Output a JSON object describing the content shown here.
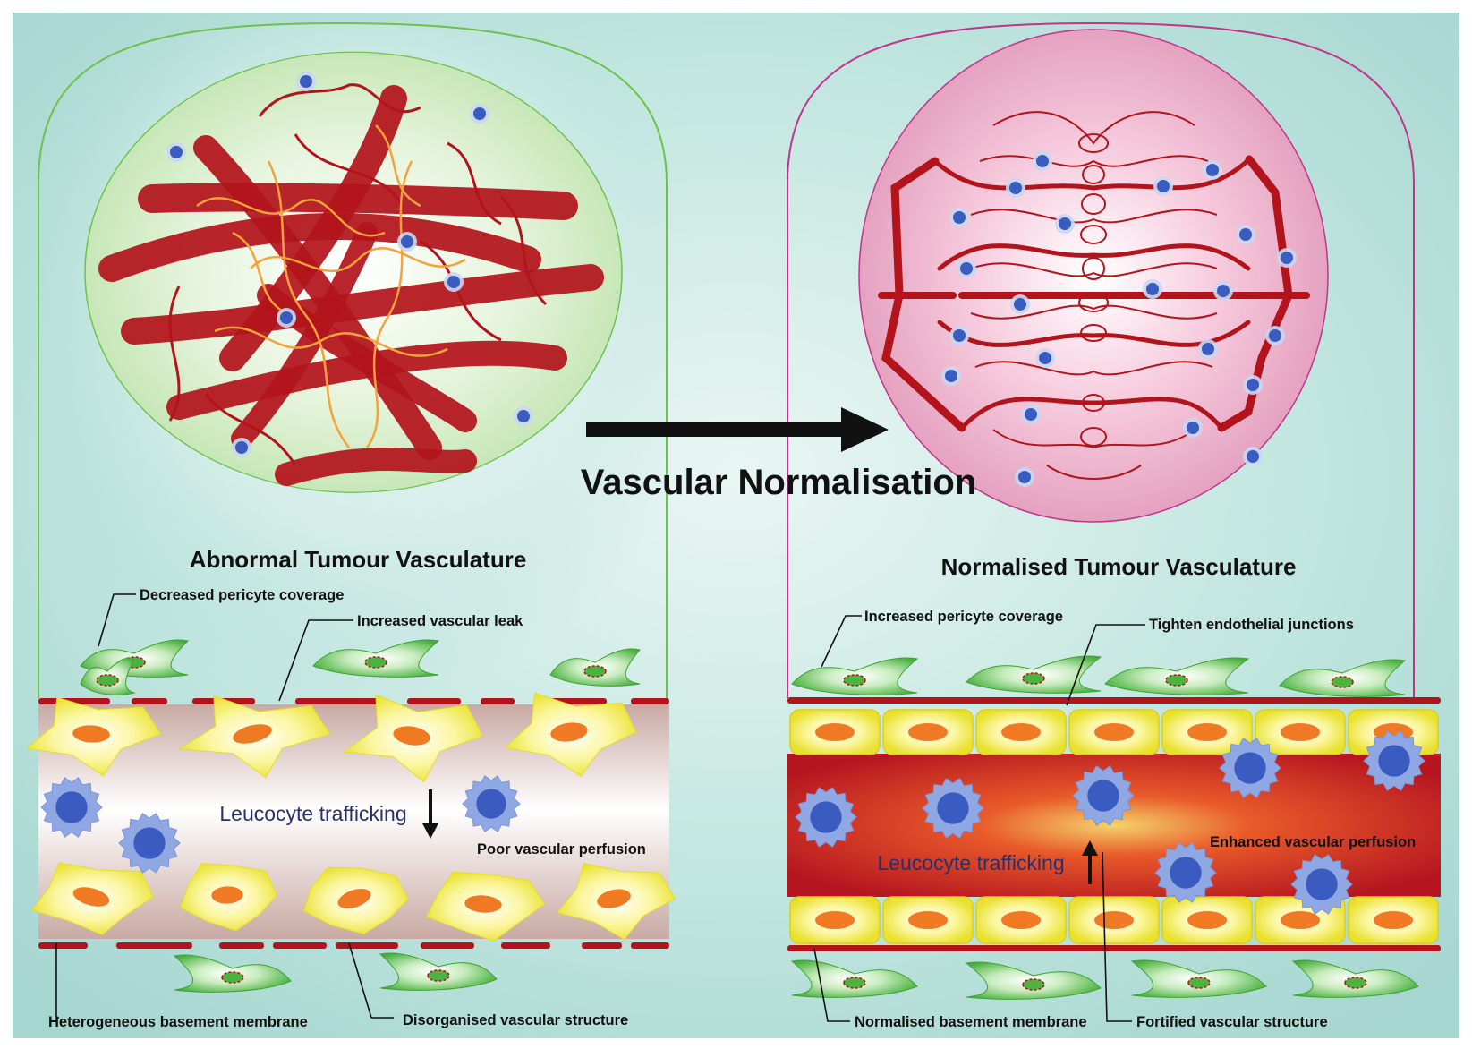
{
  "arrow_label": "Vascular Normalisation",
  "left": {
    "title": "Abnormal Tumour Vasculature",
    "labels": {
      "pericyte": "Decreased pericyte coverage",
      "leak": "Increased vascular leak",
      "perfusion": "Poor vascular perfusion",
      "membrane": "Heterogeneous basement membrane",
      "structure": "Disorganised vascular structure"
    },
    "trafficking": "Leucocyte trafficking",
    "trafficking_direction": "down"
  },
  "right": {
    "title": "Normalised Tumour Vasculature",
    "labels": {
      "pericyte": "Increased pericyte coverage",
      "junctions": "Tighten endothelial junctions",
      "perfusion": "Enhanced vascular perfusion",
      "membrane": "Normalised basement membrane",
      "structure": "Fortified vascular structure"
    },
    "trafficking": "Leucocyte trafficking",
    "trafficking_direction": "up"
  },
  "colors": {
    "background": "#a8d8d2",
    "vessel_red": "#b3141c",
    "endothelial_yellow": "#f2ea3c",
    "nucleus_orange": "#f07a23",
    "pericyte_green": "#5cc14a",
    "leucocyte_blue": "#3a5bbf",
    "tumour_left_outline": "#6cc24a",
    "tumour_right_outline": "#c2338f"
  }
}
